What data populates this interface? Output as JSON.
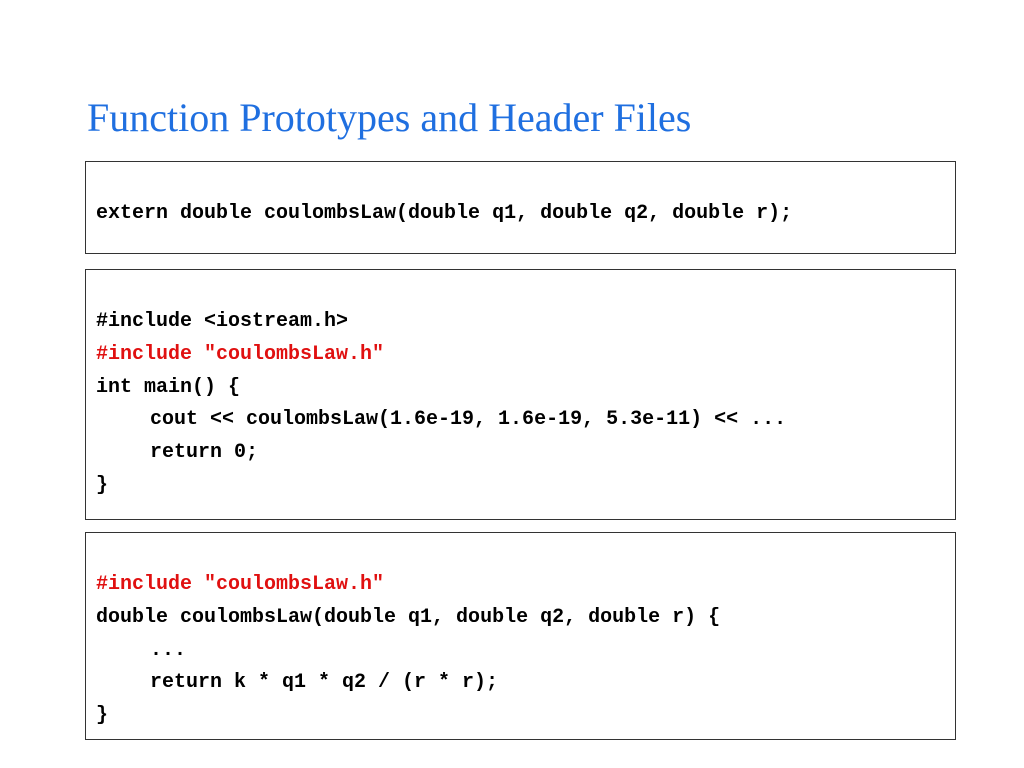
{
  "title": "Function Prototypes and Header Files",
  "colors": {
    "title": "#1f6fe0",
    "code": "#000000",
    "include_highlight": "#e01010",
    "box_border": "#333333"
  },
  "blocks": [
    {
      "lines": [
        {
          "text": "extern double coulombsLaw(double q1, double q2, double r);",
          "highlight": false,
          "indent": false
        }
      ]
    },
    {
      "lines": [
        {
          "text": "#include <iostream.h>",
          "highlight": false,
          "indent": false
        },
        {
          "text": "#include \"coulombsLaw.h\"",
          "highlight": true,
          "indent": false
        },
        {
          "text": "int main() {",
          "highlight": false,
          "indent": false
        },
        {
          "text": "cout << coulombsLaw(1.6e-19, 1.6e-19, 5.3e-11) << ...",
          "highlight": false,
          "indent": true
        },
        {
          "text": "return 0;",
          "highlight": false,
          "indent": true
        },
        {
          "text": "}",
          "highlight": false,
          "indent": false
        }
      ]
    },
    {
      "lines": [
        {
          "text": "#include \"coulombsLaw.h\"",
          "highlight": true,
          "indent": false
        },
        {
          "text": "double coulombsLaw(double q1, double q2, double r) {",
          "highlight": false,
          "indent": false
        },
        {
          "text": "...",
          "highlight": false,
          "indent": true
        },
        {
          "text": "return k * q1 * q2 / (r * r);",
          "highlight": false,
          "indent": true
        },
        {
          "text": "}",
          "highlight": false,
          "indent": false
        }
      ]
    }
  ]
}
